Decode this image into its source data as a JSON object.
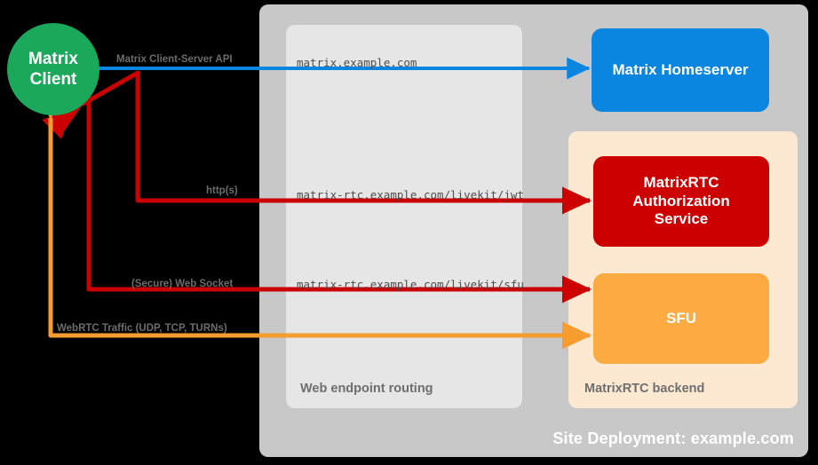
{
  "diagram": {
    "title": "Site Deployment: example.com",
    "background_color": "#000000"
  },
  "containers": {
    "site": {
      "label": "Site Deployment: example.com",
      "color": "#c8c8c8"
    },
    "routing": {
      "label": "Web endpoint routing",
      "color": "#e6e6e6"
    },
    "rtc_backend": {
      "label": "MatrixRTC backend",
      "color": "#fde9d2"
    }
  },
  "nodes": {
    "client": {
      "label": "Matrix\nClient",
      "line1": "Matrix",
      "line2": "Client",
      "color": "#1aa85a",
      "shape": "circle"
    },
    "homeserver": {
      "label": "Matrix Homeserver",
      "color": "#0b86e0",
      "shape": "rounded-rect"
    },
    "auth_service": {
      "label": "MatrixRTC Authorization Service",
      "line1": "MatrixRTC",
      "line2": "Authorization",
      "line3": "Service",
      "color": "#cc0000",
      "shape": "rounded-rect"
    },
    "sfu": {
      "label": "SFU",
      "color": "#fbab41",
      "shape": "rounded-rect"
    }
  },
  "endpoints": {
    "matrix": "matrix.example.com",
    "livekit_jwt": "matrix-rtc.example.com/livekit/jwt",
    "livekit_sfu": "matrix-rtc.example.com/livekit/sfu"
  },
  "edges": [
    {
      "id": "cs-api",
      "label": "Matrix Client-Server API",
      "endpoint": "matrix.example.com",
      "color": "#0b86e0",
      "from": "client",
      "to": "homeserver",
      "direction": "bidirectional"
    },
    {
      "id": "https",
      "label": "http(s)",
      "endpoint": "matrix-rtc.example.com/livekit/jwt",
      "color": "#cc0000",
      "from": "client",
      "to": "auth_service",
      "direction": "bidirectional"
    },
    {
      "id": "websocket",
      "label": "(Secure) Web Socket",
      "endpoint": "matrix-rtc.example.com/livekit/sfu",
      "color": "#cc0000",
      "from": "client",
      "to": "sfu",
      "direction": "bidirectional"
    },
    {
      "id": "webrtc",
      "label": "WebRTC Traffic (UDP, TCP, TURNs)",
      "endpoint": "",
      "color": "#f79c2e",
      "from": "client",
      "to": "sfu",
      "direction": "bidirectional"
    }
  ]
}
